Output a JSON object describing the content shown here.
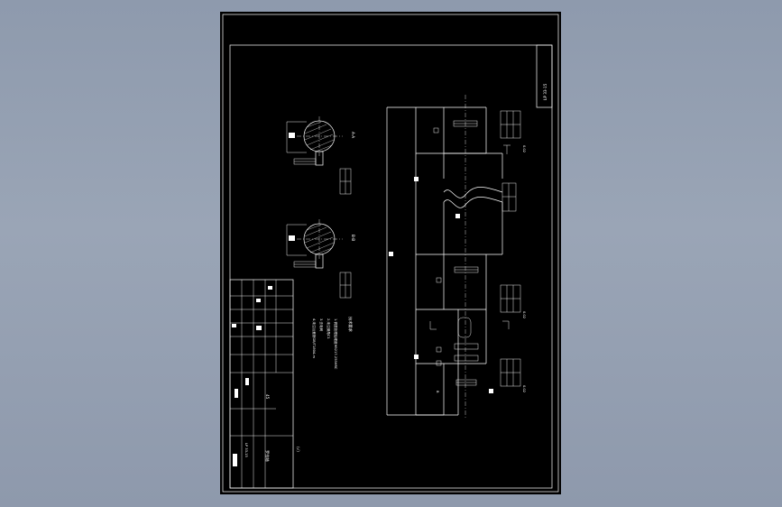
{
  "drawing": {
    "code": "LP 33-15",
    "code_title_block": "LP 33-15",
    "part_name": "罗拉轴",
    "section_a_label": "A-A",
    "section_b_label": "B-B",
    "view_b_marker": "B",
    "notes_title": "技术要求",
    "notes": [
      "1.调质处理后硬度HB217-255HRC",
      "2.未注倒角C1",
      "3.去毛刺",
      "4.未注公差按GB/T1804-m"
    ],
    "title_block_number": "45",
    "roughness_note": "(√)",
    "datum_mark": "A",
    "tolerance_value": "0.02"
  },
  "colors": {
    "background": "#94a0b2",
    "paper": "#000000",
    "lines": "#ffffff"
  }
}
